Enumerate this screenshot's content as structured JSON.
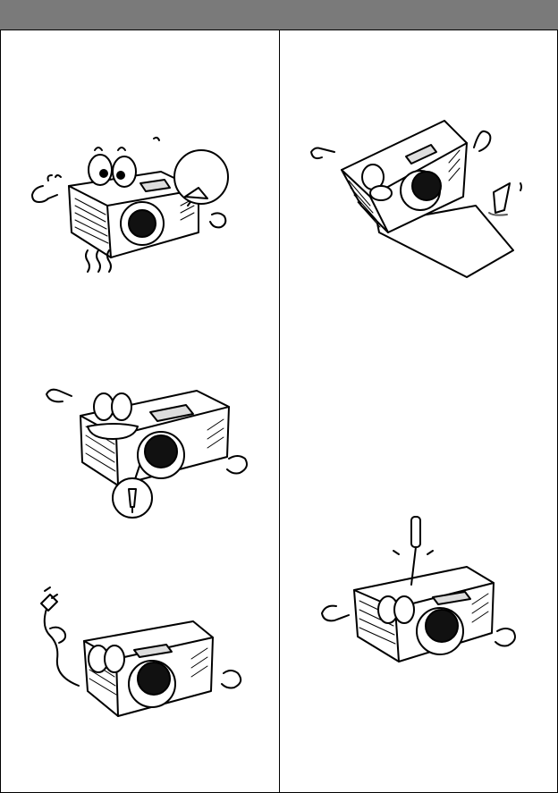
{
  "header": {
    "bar_color": "#7a7a7a"
  },
  "illustrations": [
    {
      "icon": "overheated-projector-icon",
      "column": "left"
    },
    {
      "icon": "tilted-projector-spill-icon",
      "column": "right"
    },
    {
      "icon": "lamp-breakage-projector-icon",
      "column": "left"
    },
    {
      "icon": "unplugged-projector-icon",
      "column": "left"
    },
    {
      "icon": "screwdriver-projector-icon",
      "column": "right"
    }
  ]
}
